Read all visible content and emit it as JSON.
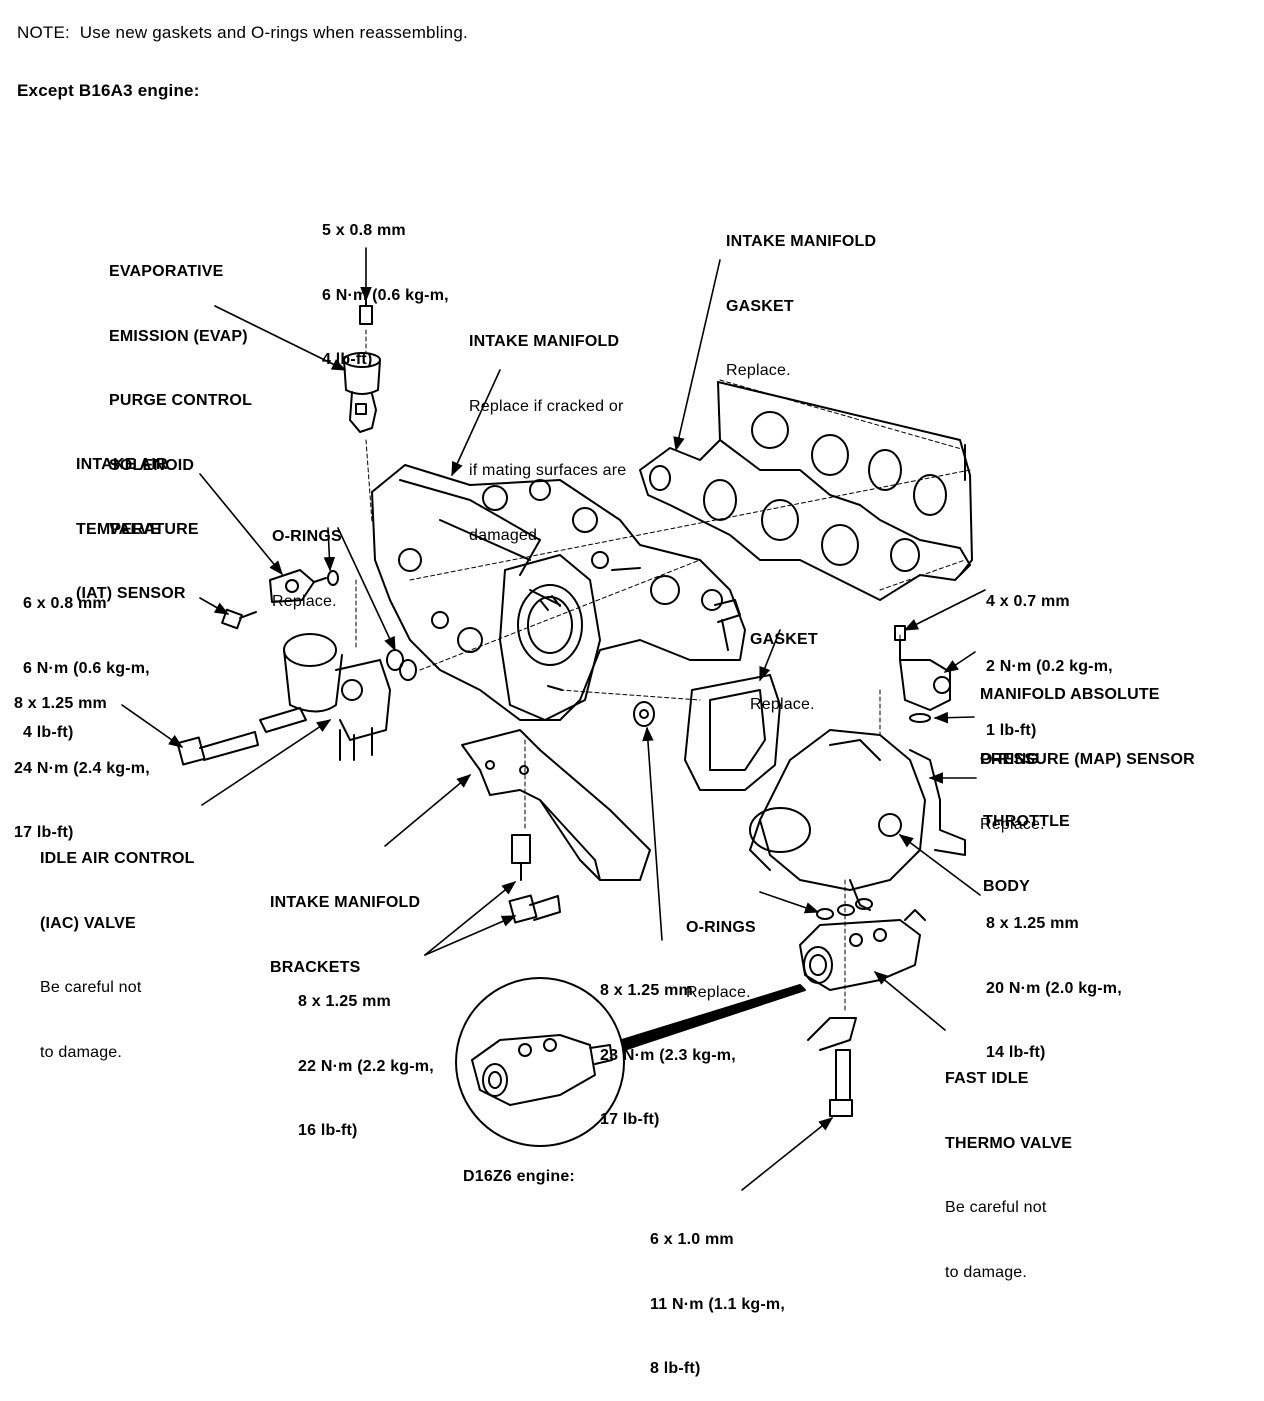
{
  "note": "NOTE:  Use new gaskets and O-rings when reassembling.",
  "subtitle": "Except B16A3 engine:",
  "labels": {
    "evap": [
      "EVAPORATIVE",
      "EMISSION (EVAP)",
      "PURGE CONTROL",
      "SOLENOID",
      "VALVE"
    ],
    "torque_evap": [
      "5 x 0.8 mm",
      "6 N·m (0.6 kg-m,",
      "4 lb-ft)"
    ],
    "intake_manifold": [
      "INTAKE MANIFOLD",
      "Replace if cracked or",
      "if mating surfaces are",
      "damaged."
    ],
    "intake_gasket": [
      "INTAKE MANIFOLD",
      "GASKET",
      "Replace."
    ],
    "iat": [
      "INTAKE AIR",
      "TEMPERATURE",
      "(IAT) SENSOR"
    ],
    "orings_left": [
      "O-RINGS",
      "Replace."
    ],
    "torque_iat": [
      "6 x 0.8 mm",
      "6 N·m (0.6 kg-m,",
      "4 lb-ft)"
    ],
    "torque_map": [
      "4 x 0.7 mm",
      "2 N·m (0.2 kg-m,",
      "1 lb-ft)"
    ],
    "gasket": [
      "GASKET",
      "Replace."
    ],
    "map": [
      "MANIFOLD ABSOLUTE",
      "PRESSURE (MAP) SENSOR"
    ],
    "torque_iac": [
      "8 x 1.25 mm",
      "24 N·m (2.4 kg-m,",
      "17 lb-ft)"
    ],
    "oring_right": [
      "O-RING",
      "Replace."
    ],
    "throttle": [
      "THROTTLE",
      "BODY"
    ],
    "iac": [
      "IDLE AIR CONTROL",
      "(IAC) VALVE",
      "Be careful not",
      "to damage."
    ],
    "brackets": [
      "INTAKE MANIFOLD",
      "BRACKETS"
    ],
    "orings_fitv": [
      "O-RINGS",
      "Replace."
    ],
    "torque_throttle": [
      "8 x 1.25 mm",
      "20 N·m (2.0 kg-m,",
      "14 lb-ft)"
    ],
    "torque_bracket": [
      "8 x 1.25 mm",
      "22 N·m (2.2 kg-m,",
      "16 lb-ft)"
    ],
    "torque_manifold": [
      "8 x 1.25 mm",
      "23 N·m (2.3 kg-m,",
      "17 lb-ft)"
    ],
    "fitv": [
      "FAST IDLE",
      "THERMO VALVE",
      "Be careful not",
      "to damage."
    ],
    "d16z6": "D16Z6 engine:",
    "torque_fitv": [
      "6 x 1.0 mm",
      "11 N·m (1.1 kg-m,",
      "8 lb-ft)"
    ]
  }
}
